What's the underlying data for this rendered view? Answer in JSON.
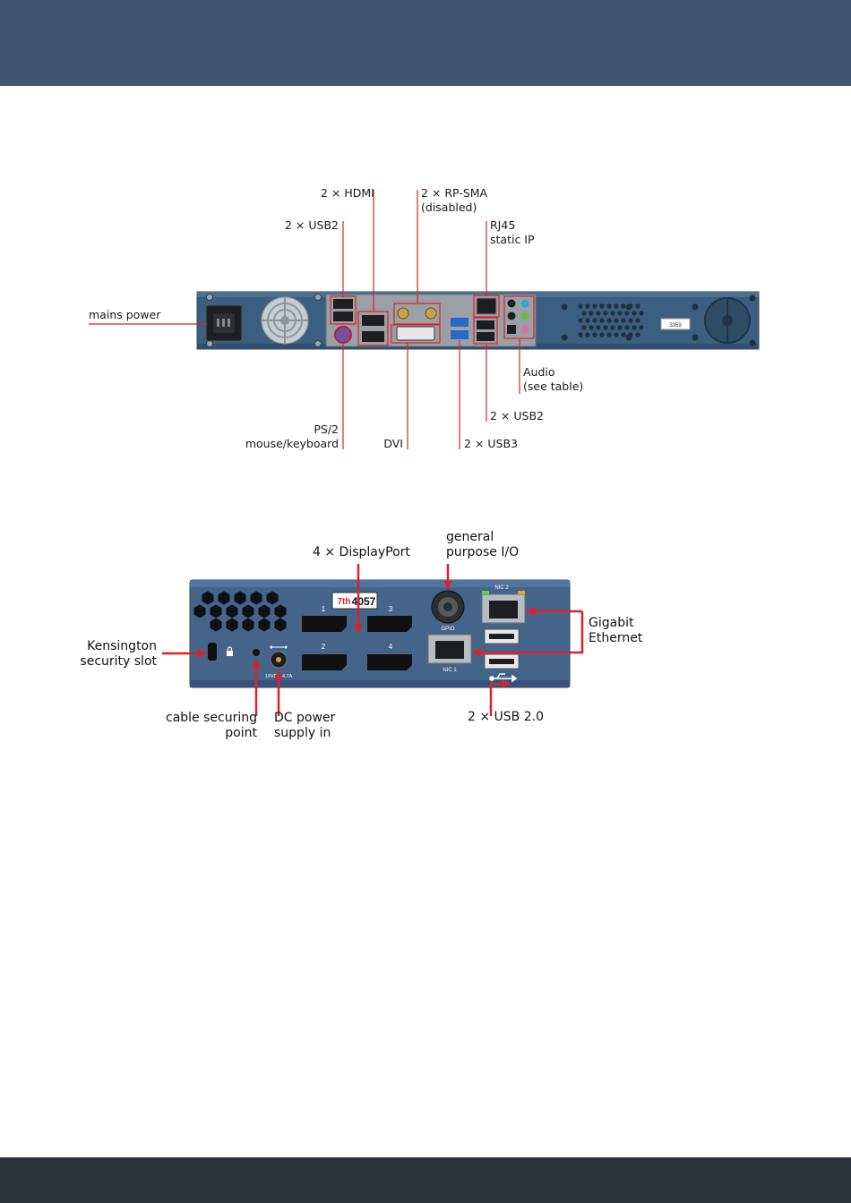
{
  "rack_diagram": {
    "labels": {
      "hdmi": "2 × HDMI",
      "rpsma_line1": "2 × RP-SMA",
      "rpsma_line2": "(disabled)",
      "usb2_top": "2 × USB2",
      "rj45_line1": "RJ45",
      "rj45_line2": "static IP",
      "mains_power": "mains power",
      "audio_line1": "Audio",
      "audio_line2": "(see table)",
      "usb2_right": "2 × USB2",
      "ps2_line1": "PS/2",
      "ps2_line2": "mouse/keyboard",
      "dvi": "DVI",
      "usb3": "2 × USB3"
    },
    "chassis_sticker": "3359"
  },
  "compact_diagram": {
    "labels": {
      "displayport": "4 × DisplayPort",
      "gpio_line1": "general",
      "gpio_line2": "purpose I/O",
      "gigabit_line1": "Gigabit",
      "gigabit_line2": "Ethernet",
      "kensington_line1": "Kensington",
      "kensington_line2": "security slot",
      "cable_line1": "cable securing",
      "cable_line2": "point",
      "dcpower_line1": "DC power",
      "dcpower_line2": "supply in",
      "usb20": "2 × USB 2.0"
    },
    "device_marks": {
      "logo_prefix": "7th",
      "model": "4057",
      "dp1": "1",
      "dp2": "2",
      "dp3": "3",
      "dp4": "4",
      "nic1": "NIC 1",
      "nic2": "NIC 2",
      "gpio": "GPIO",
      "dc_rating": "19VDC 4.7A"
    }
  }
}
